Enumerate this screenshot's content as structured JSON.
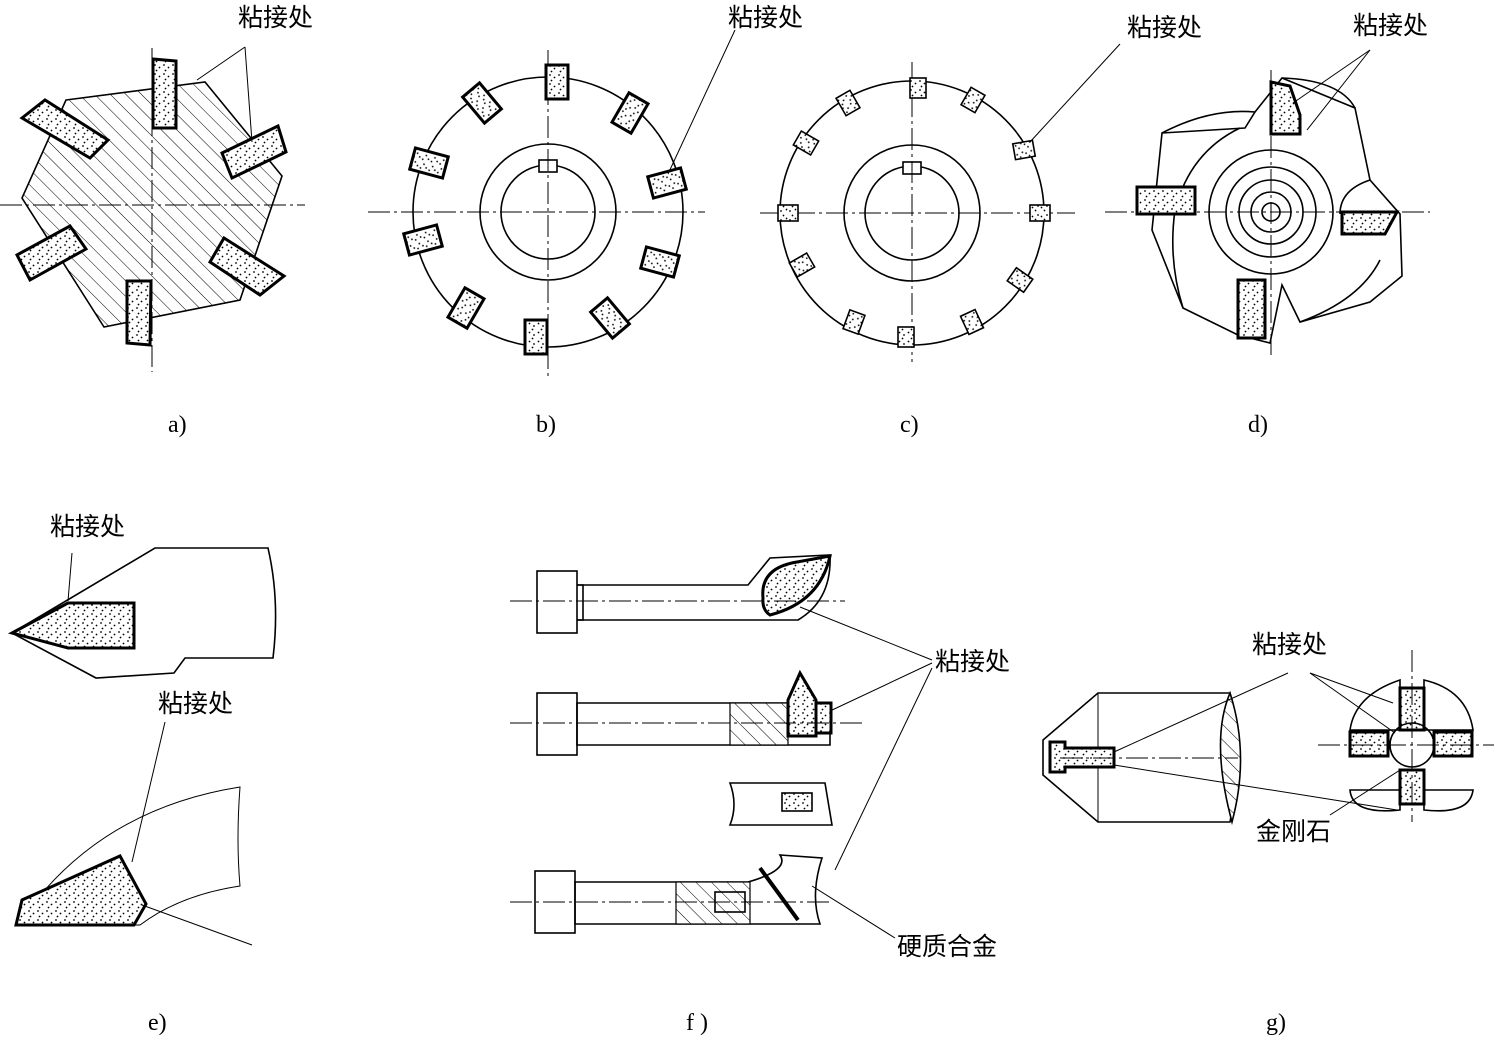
{
  "labels": {
    "bond": "粘接处",
    "carbide": "硬质合金",
    "diamond": "金刚石"
  },
  "captions": {
    "a": "a)",
    "b": "b)",
    "c": "c)",
    "d": "d)",
    "e": "e)",
    "f": "f )",
    "g": "g)"
  }
}
